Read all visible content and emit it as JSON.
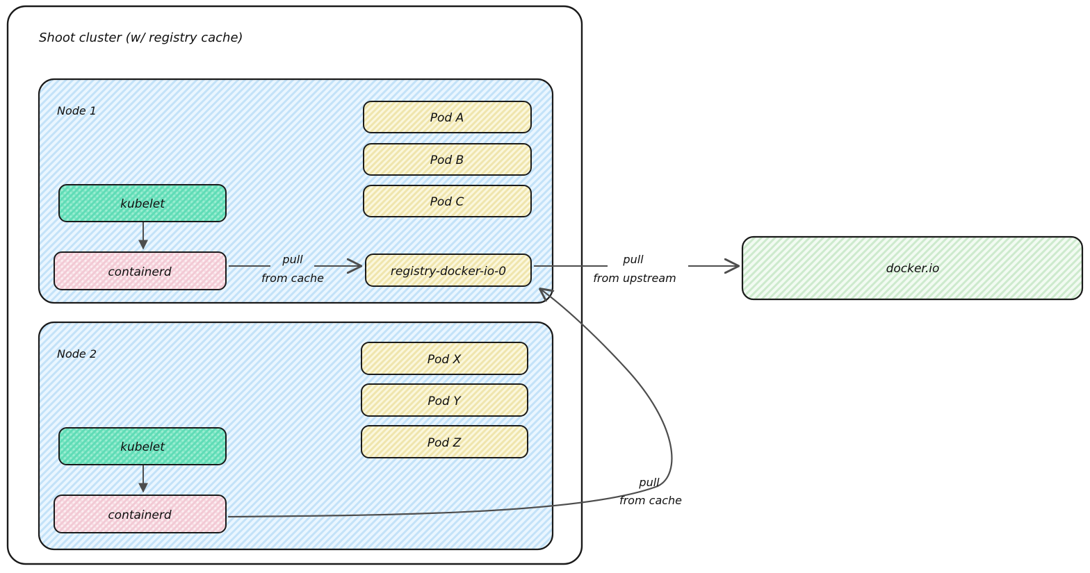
{
  "diagram": {
    "title": "Shoot cluster (w/ registry cache)",
    "type": "architecture-diagram",
    "colors": {
      "outer_border": "#1a1a1a",
      "node_fill": "#dbeeff",
      "node_hatch": "#8ec7ef",
      "pod_fill": "#f7f0c9",
      "pod_hatch": "#e4d9a0",
      "kubelet_fill": "#7fe3c4",
      "kubelet_hatch": "#38c9a0",
      "containerd_fill": "#f7dde3",
      "containerd_hatch": "#eeb9c6",
      "upstream_fill": "#e9f7e9",
      "upstream_hatch": "#a9dba9",
      "edge_stroke": "#4d4d4d",
      "text": "#0f0f0f"
    },
    "cluster": {
      "label": "Shoot cluster (w/ registry cache)"
    },
    "nodes": [
      {
        "id": "node-1",
        "label": "Node 1",
        "components": [
          {
            "id": "kubelet-1",
            "label": "kubelet",
            "kind": "kubelet"
          },
          {
            "id": "containerd-1",
            "label": "containerd",
            "kind": "containerd"
          }
        ],
        "pods": [
          {
            "id": "pod-a",
            "label": "Pod A"
          },
          {
            "id": "pod-b",
            "label": "Pod B"
          },
          {
            "id": "pod-c",
            "label": "Pod C"
          },
          {
            "id": "registry-cache",
            "label": "registry-docker-io-0"
          }
        ]
      },
      {
        "id": "node-2",
        "label": "Node 2",
        "components": [
          {
            "id": "kubelet-2",
            "label": "kubelet",
            "kind": "kubelet"
          },
          {
            "id": "containerd-2",
            "label": "containerd",
            "kind": "containerd"
          }
        ],
        "pods": [
          {
            "id": "pod-x",
            "label": "Pod X"
          },
          {
            "id": "pod-y",
            "label": "Pod Y"
          },
          {
            "id": "pod-z",
            "label": "Pod Z"
          }
        ]
      }
    ],
    "external": [
      {
        "id": "docker-io",
        "label": "docker.io"
      }
    ],
    "edges": [
      {
        "id": "edge-kubelet1-containerd1",
        "from": "kubelet-1",
        "to": "containerd-1",
        "label_line1": "",
        "label_line2": ""
      },
      {
        "id": "edge-kubelet2-containerd2",
        "from": "kubelet-2",
        "to": "containerd-2",
        "label_line1": "",
        "label_line2": ""
      },
      {
        "id": "edge-containerd1-cache",
        "from": "containerd-1",
        "to": "registry-cache",
        "label_line1": "pull",
        "label_line2": "from cache"
      },
      {
        "id": "edge-cache-upstream",
        "from": "registry-cache",
        "to": "docker-io",
        "label_line1": "pull",
        "label_line2": "from upstream"
      },
      {
        "id": "edge-containerd2-cache",
        "from": "containerd-2",
        "to": "registry-cache",
        "label_line1": "pull",
        "label_line2": "from cache"
      }
    ]
  }
}
